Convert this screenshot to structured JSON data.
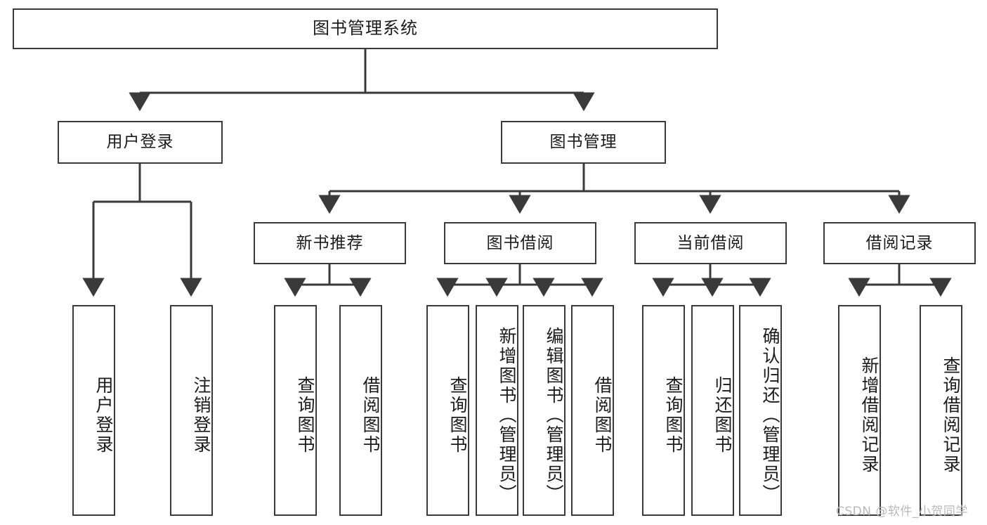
{
  "diagram": {
    "title": "图书管理系统",
    "type": "functional-structure-tree",
    "orientation": "top-down",
    "background_color": "#ffffff",
    "node_border_color": "#3a3a3a",
    "connector_color": "#3a3a3a",
    "levels": {
      "root": {
        "label": "图书管理系统"
      },
      "level2": [
        {
          "id": "user-login",
          "label": "用户登录"
        },
        {
          "id": "book-management",
          "label": "图书管理"
        }
      ],
      "level3": [
        {
          "id": "new-book-recommend",
          "label": "新书推荐",
          "parent": "book-management"
        },
        {
          "id": "book-borrow",
          "label": "图书借阅",
          "parent": "book-management"
        },
        {
          "id": "current-borrow",
          "label": "当前借阅",
          "parent": "book-management"
        },
        {
          "id": "borrow-record",
          "label": "借阅记录",
          "parent": "book-management"
        }
      ],
      "leaves": [
        {
          "id": "leaf-user-login",
          "label": "用户登录",
          "parent": "user-login"
        },
        {
          "id": "leaf-logout-login",
          "label": "注销登录",
          "parent": "user-login"
        },
        {
          "id": "leaf-query-book-1",
          "label": "查询图书",
          "parent": "new-book-recommend"
        },
        {
          "id": "leaf-borrow-book-1",
          "label": "借阅图书",
          "parent": "new-book-recommend"
        },
        {
          "id": "leaf-query-book-2",
          "label": "查询图书",
          "parent": "book-borrow"
        },
        {
          "id": "leaf-add-book",
          "label": "新增图书（管理员）",
          "parent": "book-borrow"
        },
        {
          "id": "leaf-edit-book",
          "label": "编辑图书（管理员）",
          "parent": "book-borrow"
        },
        {
          "id": "leaf-borrow-book-2",
          "label": "借阅图书",
          "parent": "book-borrow"
        },
        {
          "id": "leaf-query-book-3",
          "label": "查询图书",
          "parent": "current-borrow"
        },
        {
          "id": "leaf-return-book",
          "label": "归还图书",
          "parent": "current-borrow"
        },
        {
          "id": "leaf-confirm-return",
          "label": "确认归还（管理员）",
          "parent": "current-borrow"
        },
        {
          "id": "leaf-add-record",
          "label": "新增借阅记录",
          "parent": "borrow-record"
        },
        {
          "id": "leaf-query-record",
          "label": "查询借阅记录",
          "parent": "borrow-record"
        }
      ]
    }
  },
  "watermark": {
    "text": "CSDN @软件_小贺同学"
  }
}
